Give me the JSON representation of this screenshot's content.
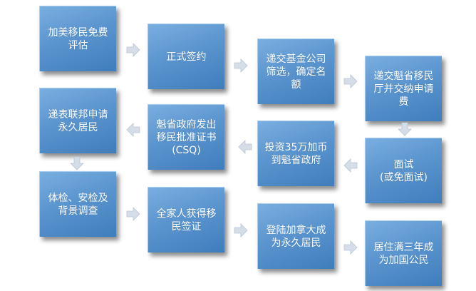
{
  "steps": [
    {
      "label": "加美移民免费\n评估"
    },
    {
      "label": "正式签约"
    },
    {
      "label": "递交基金公司\n筛选，确定名\n额"
    },
    {
      "label": "递交魁省移民\n厅并交纳申请\n费"
    },
    {
      "label": "递表联邦申请\n永久居民"
    },
    {
      "label": "魁省政府发出\n移民批准证书\n(CSQ)"
    },
    {
      "label": "投资35万加币\n到魁省政府"
    },
    {
      "label": "面试\n(或免面试)"
    },
    {
      "label": "体检、安检及\n背景调查"
    },
    {
      "label": "全家人获得移\n民签证"
    },
    {
      "label": "登陆加拿大成\n为永久居民"
    },
    {
      "label": "居住满三年成\n为加国公民"
    }
  ],
  "colors": {
    "box": "#5b95cf",
    "arrow": "#d4dde8",
    "text": "#ffffff"
  },
  "icons": {
    "arrow": "block-arrow-icon"
  }
}
